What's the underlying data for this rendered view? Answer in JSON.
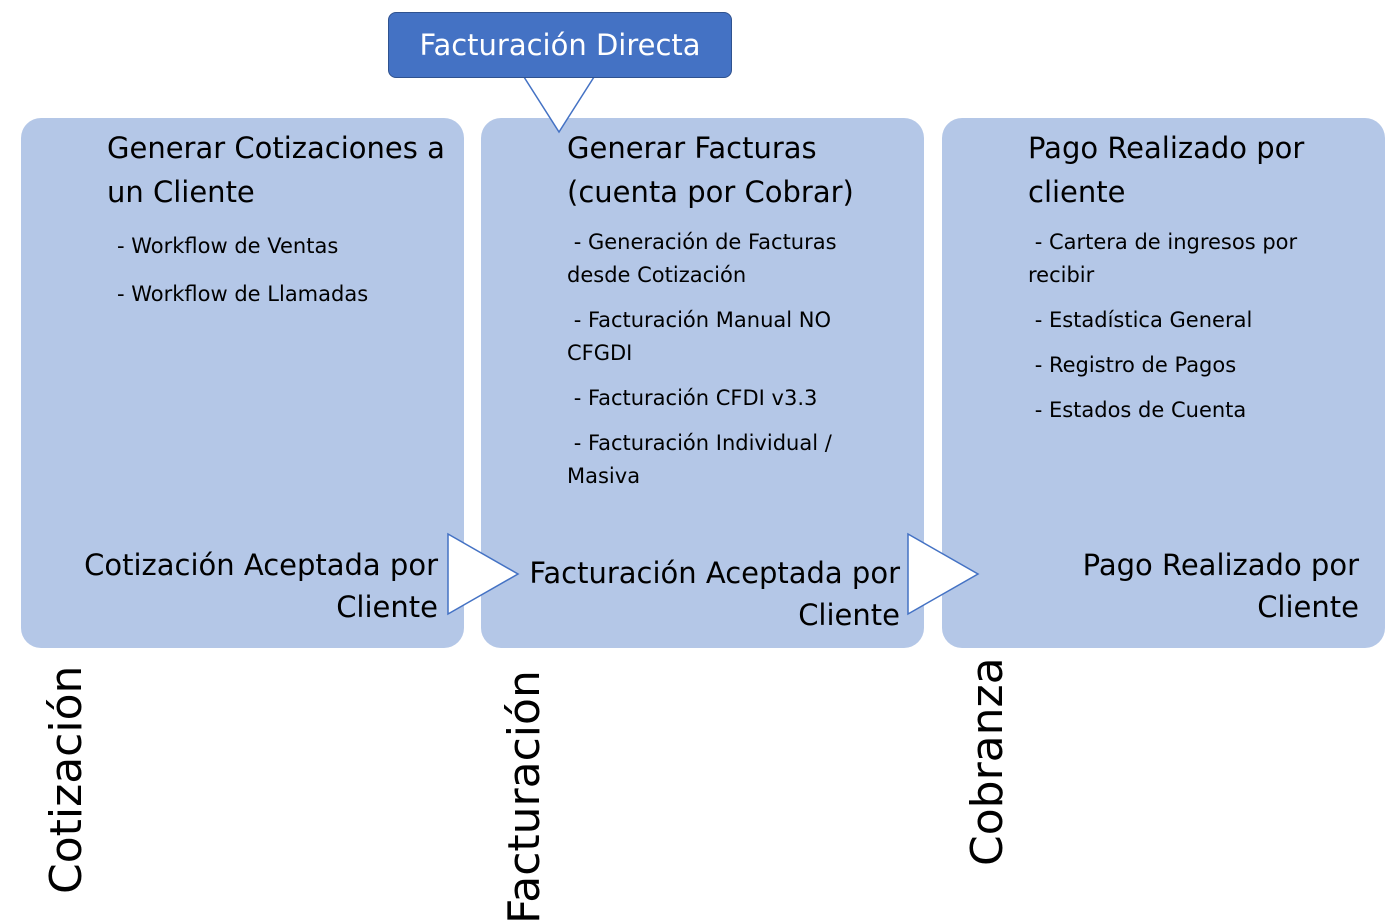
{
  "callout": {
    "label": "Facturación Directa"
  },
  "panels": [
    {
      "title": "Cotización",
      "heading": "Generar Cotizaciones a un Cliente",
      "items": [
        "- Workflow de Ventas",
        "- Workflow de Llamadas"
      ],
      "footer": "Cotización Aceptada por Cliente"
    },
    {
      "title": "Facturación",
      "heading": "Generar Facturas (cuenta por Cobrar)",
      "items": [
        " - Generación de Facturas desde Cotización",
        " - Facturación Manual NO CFGDI",
        " - Facturación CFDI v3.3",
        " - Facturación Individual / Masiva"
      ],
      "footer": "Facturación Aceptada por Cliente"
    },
    {
      "title": "Cobranza",
      "heading": "Pago Realizado por cliente",
      "items": [
        " - Cartera de ingresos por recibir",
        " - Estadística General",
        " - Registro de Pagos",
        " - Estados de Cuenta"
      ],
      "footer": "Pago Realizado por Cliente"
    }
  ],
  "colors": {
    "panel_fill": "#b4c7e7",
    "callout_fill": "#4472c4",
    "arrow_fill": "#ffffff",
    "arrow_stroke": "#4472c4"
  }
}
